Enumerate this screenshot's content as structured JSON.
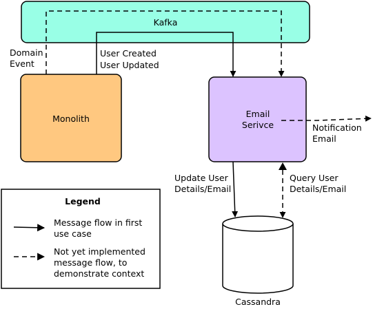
{
  "nodes": {
    "kafka": {
      "label": "Kafka",
      "fill": "#99ffe6"
    },
    "monolith": {
      "label": "Monolith",
      "fill": "#ffc880"
    },
    "email_service": {
      "label_line1": "Email",
      "label_line2": "Serivce",
      "fill": "#dcc3ff"
    },
    "cassandra": {
      "label": "Cassandra"
    }
  },
  "edge_labels": {
    "domain_event": {
      "line1": "Domain",
      "line2": "Event"
    },
    "user_events": {
      "line1": "User Created",
      "line2": "User Updated"
    },
    "update_user": {
      "line1": "Update User",
      "line2": "Details/Email"
    },
    "query_user": {
      "line1": "Query User",
      "line2": "Details/Email"
    },
    "notification": {
      "line1": "Notification",
      "line2": "Email"
    }
  },
  "legend": {
    "title": "Legend",
    "solid": {
      "line1": "Message flow in first",
      "line2": "use case"
    },
    "dashed": {
      "line1": "Not yet implemented",
      "line2": "message flow, to",
      "line3": "demonstrate context"
    }
  }
}
